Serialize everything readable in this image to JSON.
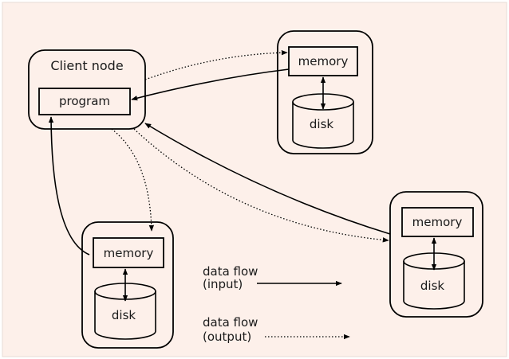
{
  "diagram": {
    "background": "#fdf0ea",
    "client": {
      "title": "Client node",
      "program_label": "program"
    },
    "nodes": [
      {
        "memory_label": "memory",
        "disk_label": "disk"
      },
      {
        "memory_label": "memory",
        "disk_label": "disk"
      },
      {
        "memory_label": "memory",
        "disk_label": "disk"
      }
    ],
    "legend": {
      "input_line1": "data flow",
      "input_line2": "(input)",
      "output_line1": "data flow",
      "output_line2": "(output)"
    }
  }
}
